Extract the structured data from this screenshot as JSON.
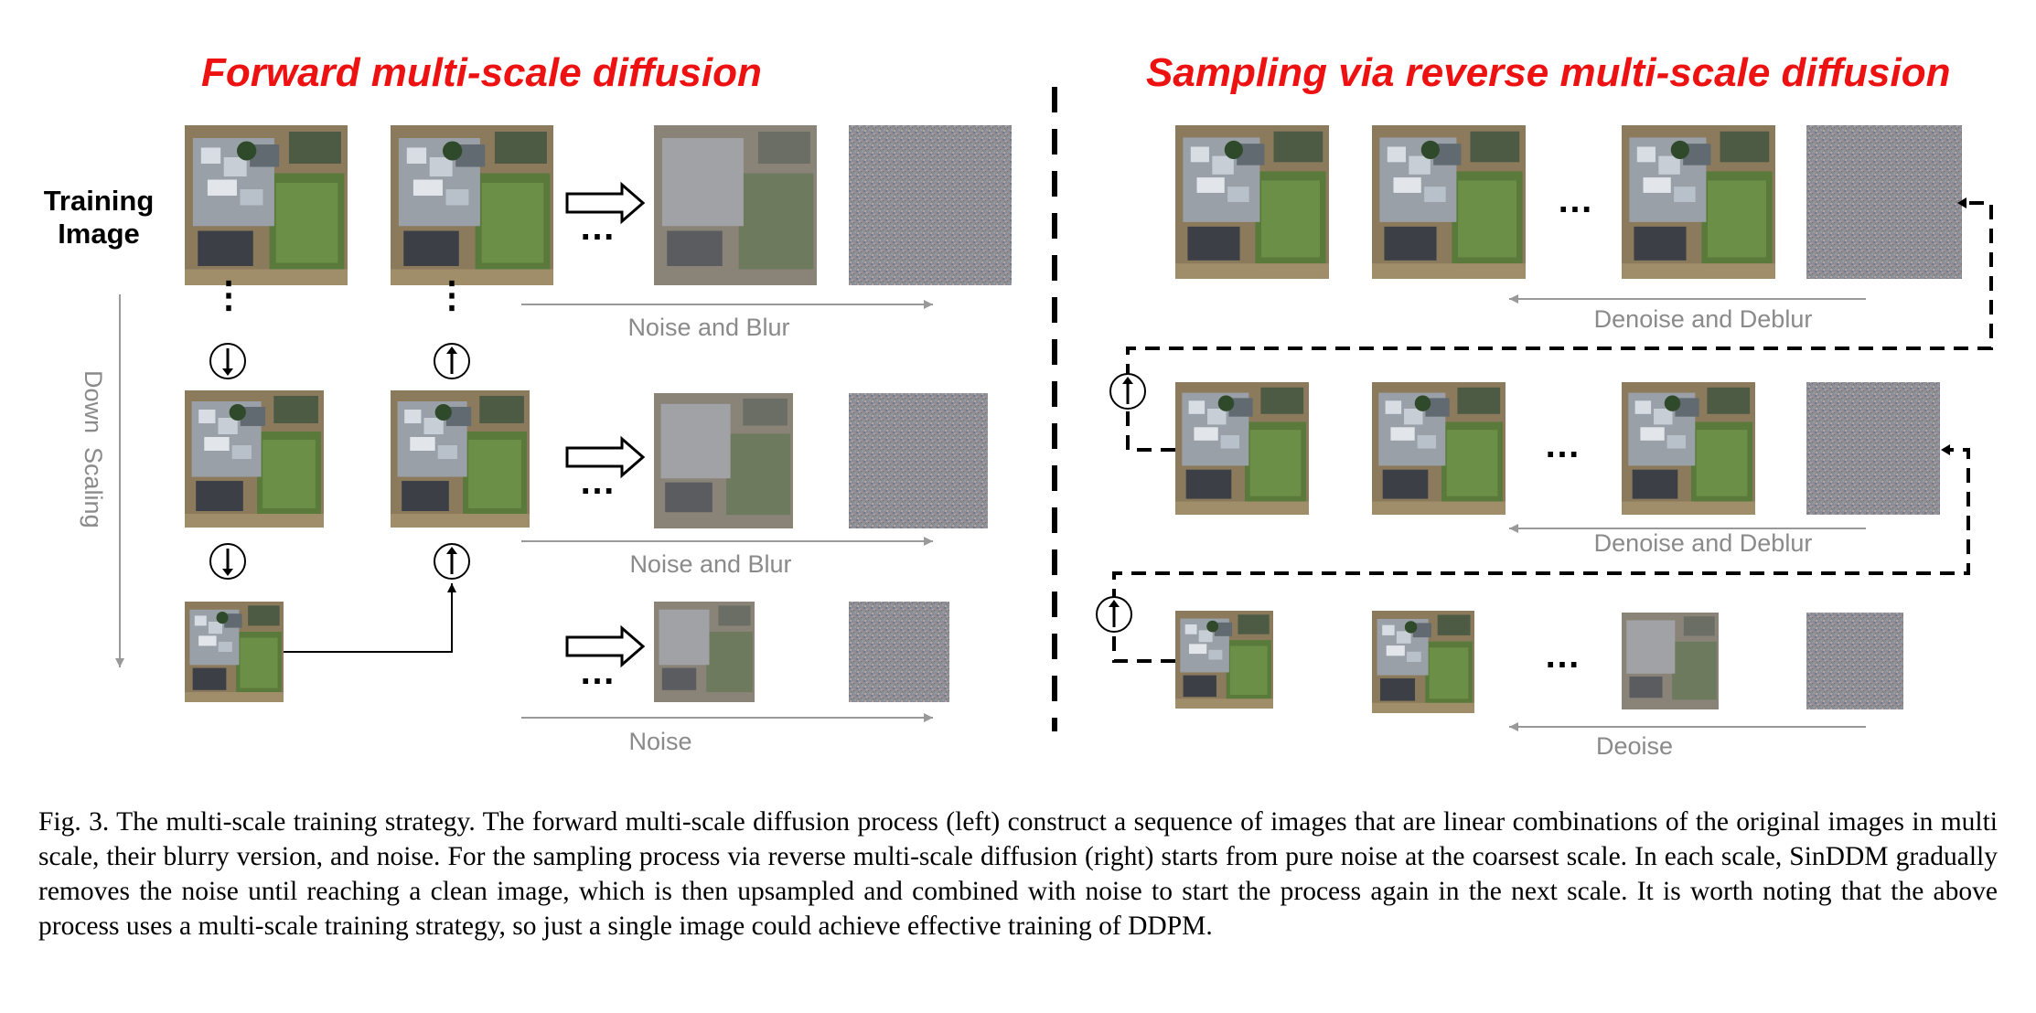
{
  "figure": {
    "left_title": "Forward multi-scale diffusion",
    "right_title": "Sampling via reverse multi-scale diffusion",
    "training_image_label": [
      "Training",
      "Image"
    ],
    "down_scaling_label": "Down  Scaling",
    "forward_row_labels": [
      "Noise and Blur",
      "Noise and Blur",
      "Noise"
    ],
    "reverse_row_labels": [
      "Denoise and Deblur",
      "Denoise and Deblur",
      "Deoise"
    ],
    "ellipsis": "…"
  },
  "caption": "Fig. 3.  The multi-scale training strategy. The forward multi-scale diffusion process (left) construct a sequence of images that are linear combinations of the original images in multi scale, their blurry version, and noise. For the sampling process via reverse multi-scale diffusion (right) starts from pure noise at the coarsest scale. In each scale, SinDDM gradually removes the noise until reaching a clean image, which is then upsampled and combined with noise to start the process again in the next scale. It is worth noting that the above process uses a multi-scale training strategy, so just a single image could achieve effective training of DDPM."
}
